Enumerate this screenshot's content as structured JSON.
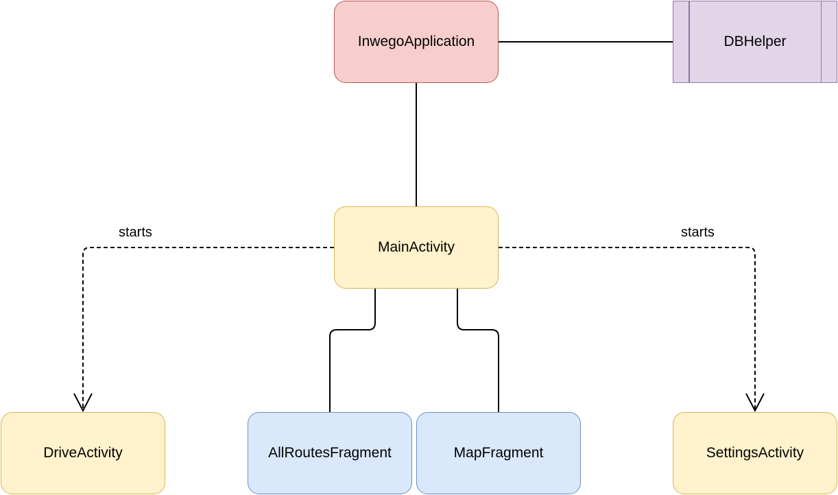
{
  "nodes": {
    "inwego_application": "InwegoApplication",
    "db_helper": "DBHelper",
    "main_activity": "MainActivity",
    "drive_activity": "DriveActivity",
    "all_routes_fragment": "AllRoutesFragment",
    "map_fragment": "MapFragment",
    "settings_activity": "SettingsActivity"
  },
  "edge_labels": {
    "main_to_drive": "starts",
    "main_to_settings": "starts"
  },
  "colors": {
    "application_fill": "#f8cecc",
    "application_stroke": "#b85450",
    "activity_fill": "#fff2cc",
    "activity_stroke": "#d6b656",
    "fragment_fill": "#dae8fc",
    "fragment_stroke": "#6c8ebf",
    "helper_fill": "#e1d5e7",
    "helper_stroke": "#9673a6",
    "edge": "#000000"
  }
}
